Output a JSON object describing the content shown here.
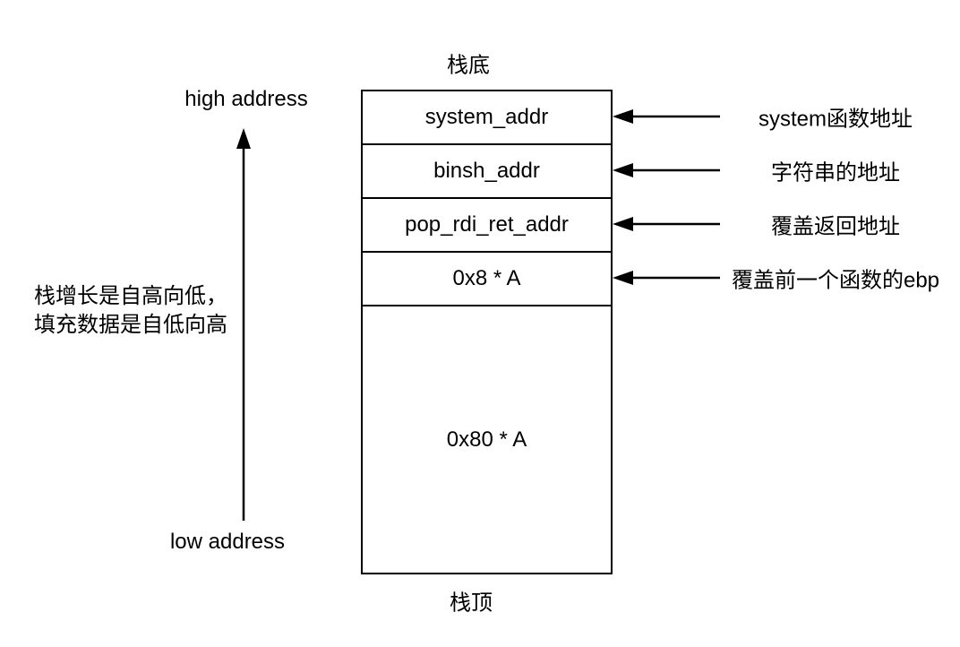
{
  "colors": {
    "ink": "#000000",
    "background": "#ffffff"
  },
  "stack": {
    "base_label": "栈底",
    "top_label": "栈顶",
    "cells": [
      {
        "label": "system_addr"
      },
      {
        "label": "binsh_addr"
      },
      {
        "label": "pop_rdi_ret_addr"
      },
      {
        "label": "0x8 * A"
      },
      {
        "label": "0x80 * A"
      }
    ]
  },
  "axis": {
    "high_label": "high address",
    "low_label": "low address",
    "note_line1": "栈增长是自高向低，",
    "note_line2": "填充数据是自低向高"
  },
  "annotations": [
    {
      "label": "system函数地址"
    },
    {
      "label": "字符串的地址"
    },
    {
      "label": "覆盖返回地址"
    },
    {
      "label": "覆盖前一个函数的ebp"
    }
  ]
}
